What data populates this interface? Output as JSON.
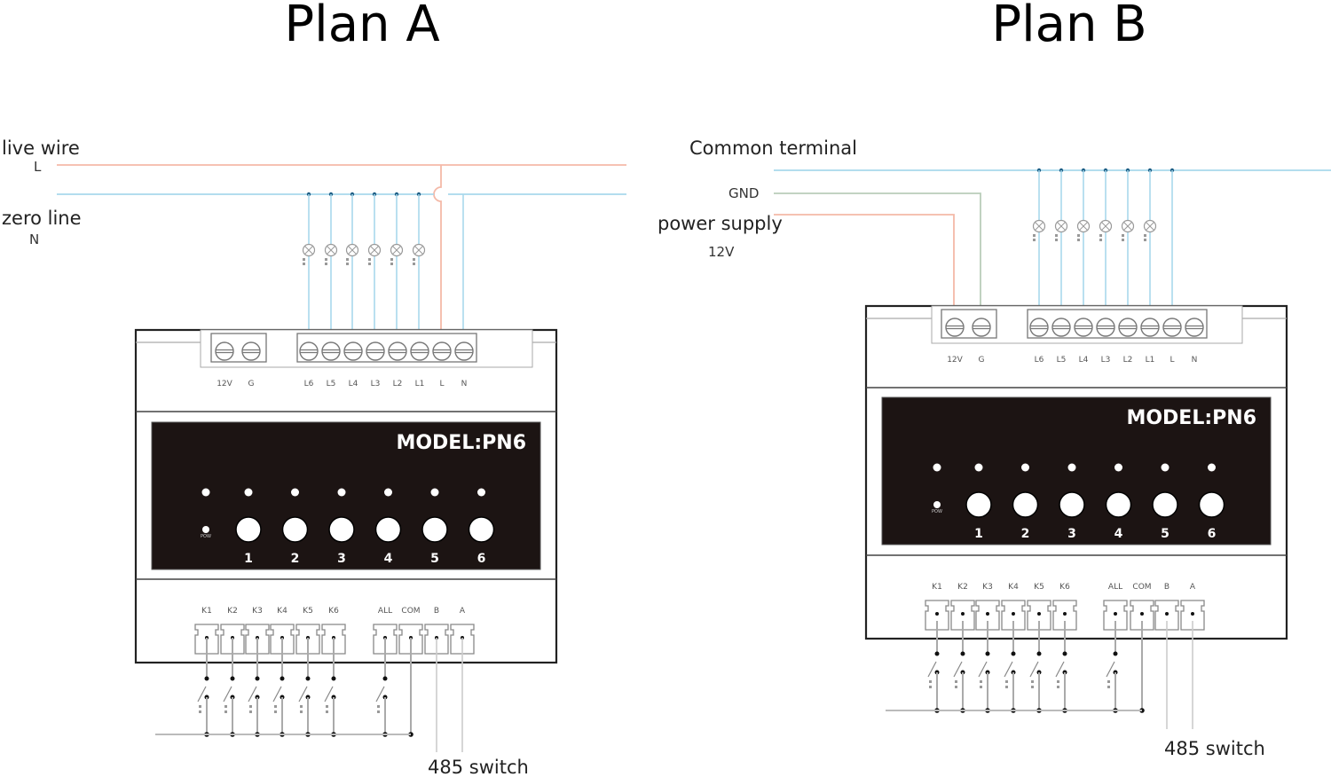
{
  "plans": [
    {
      "id": "plan-a",
      "title": "Plan A",
      "wire_labels": {
        "live": "live wire",
        "live_code": "L",
        "zero": "zero line",
        "zero_code": "N"
      },
      "device": {
        "model": "MODEL:PN6",
        "power_terminals": [
          "12V",
          "G"
        ],
        "load_terminals": [
          "L6",
          "L5",
          "L4",
          "L3",
          "L2",
          "L1",
          "L",
          "N"
        ],
        "pow_label": "POW",
        "buttons": [
          "1",
          "2",
          "3",
          "4",
          "5",
          "6"
        ],
        "input_terminals": [
          "K1",
          "K2",
          "K3",
          "K4",
          "K5",
          "K6",
          "ALL",
          "COM",
          "B",
          "A"
        ]
      },
      "footer_label": "485 switch"
    },
    {
      "id": "plan-b",
      "title": "Plan B",
      "wire_labels": {
        "common": "Common terminal",
        "gnd": "GND",
        "power": "power supply",
        "power_voltage": "12V"
      },
      "device": {
        "model": "MODEL:PN6",
        "power_terminals": [
          "12V",
          "G"
        ],
        "load_terminals": [
          "L6",
          "L5",
          "L4",
          "L3",
          "L2",
          "L1",
          "L",
          "N"
        ],
        "pow_label": "POW",
        "buttons": [
          "1",
          "2",
          "3",
          "4",
          "5",
          "6"
        ],
        "input_terminals": [
          "K1",
          "K2",
          "K3",
          "K4",
          "K5",
          "K6",
          "ALL",
          "COM",
          "B",
          "A"
        ]
      },
      "footer_label": "485 switch"
    }
  ],
  "colors": {
    "live_wire": "#f4b9a8",
    "neutral_wire": "#a8d8ec",
    "gnd_wire": "#b9cdb9",
    "panel": "#1c1413",
    "frame": "#222222",
    "terminal": "#888888"
  }
}
